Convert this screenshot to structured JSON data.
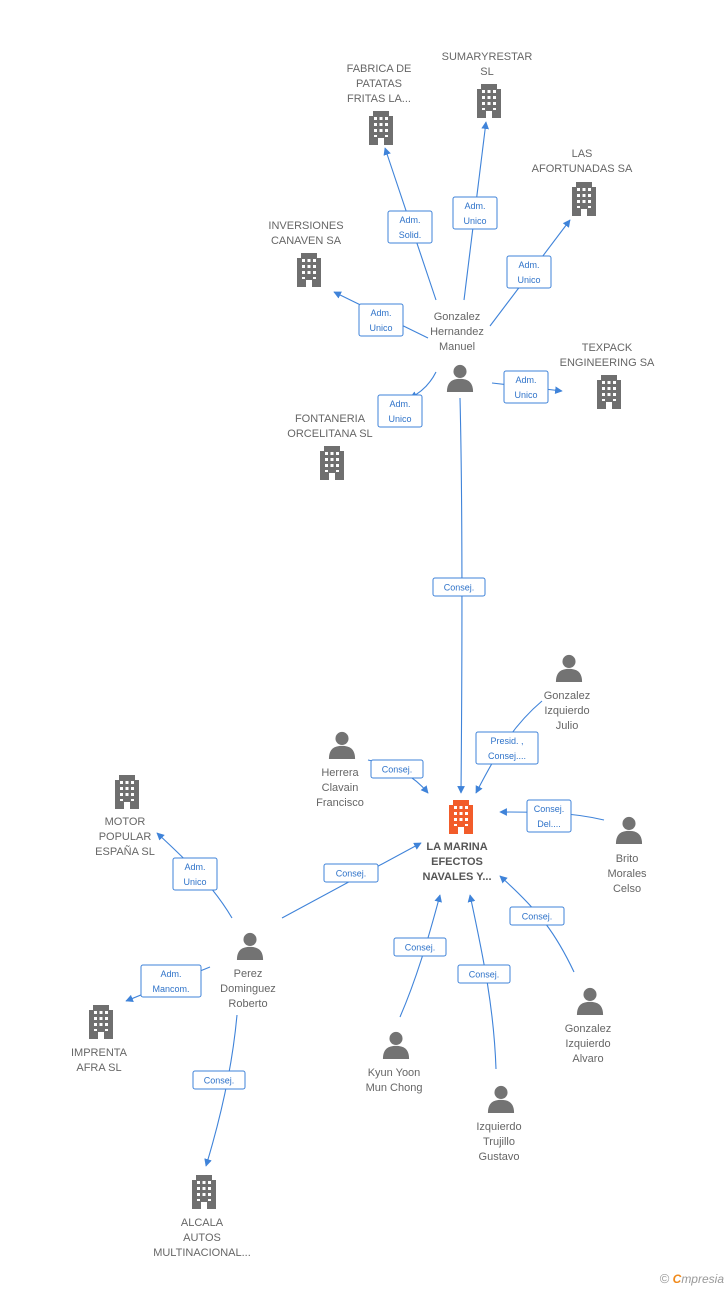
{
  "colors": {
    "edge": "#3f83d9",
    "building": "#6f6f6f",
    "building_main": "#f25c2a",
    "person": "#737373",
    "label": "#666666"
  },
  "nodes": [
    {
      "id": "fabrica",
      "type": "company",
      "label": [
        "FABRICA DE",
        "PATATAS",
        "FRITAS LA..."
      ]
    },
    {
      "id": "sumary",
      "type": "company",
      "label": [
        "SUMARYRESTAR",
        "SL"
      ]
    },
    {
      "id": "afortunadas",
      "type": "company",
      "label": [
        "LAS",
        "AFORTUNADAS SA"
      ]
    },
    {
      "id": "canaven",
      "type": "company",
      "label": [
        "INVERSIONES",
        "CANAVEN SA"
      ]
    },
    {
      "id": "texpack",
      "type": "company",
      "label": [
        "TEXPACK",
        "ENGINEERING SA"
      ]
    },
    {
      "id": "fontaneria",
      "type": "company",
      "label": [
        "FONTANERIA",
        "ORCELITANA SL"
      ]
    },
    {
      "id": "gonzalez_manuel",
      "type": "person",
      "label": [
        "Gonzalez",
        "Hernandez",
        "Manuel"
      ]
    },
    {
      "id": "main",
      "type": "company_main",
      "label": [
        "LA MARINA",
        "EFECTOS",
        "NAVALES Y..."
      ]
    },
    {
      "id": "gonzalez_julio",
      "type": "person",
      "label": [
        "Gonzalez",
        "Izquierdo",
        "Julio"
      ]
    },
    {
      "id": "herrera",
      "type": "person",
      "label": [
        "Herrera",
        "Clavain",
        "Francisco"
      ]
    },
    {
      "id": "brito",
      "type": "person",
      "label": [
        "Brito",
        "Morales",
        "Celso"
      ]
    },
    {
      "id": "motor",
      "type": "company",
      "label": [
        "MOTOR",
        "POPULAR",
        "ESPAÑA SL"
      ]
    },
    {
      "id": "perez",
      "type": "person",
      "label": [
        "Perez",
        "Dominguez",
        "Roberto"
      ]
    },
    {
      "id": "gonzalez_alvaro",
      "type": "person",
      "label": [
        "Gonzalez",
        "Izquierdo",
        "Alvaro"
      ]
    },
    {
      "id": "imprenta",
      "type": "company",
      "label": [
        "IMPRENTA",
        "AFRA SL"
      ]
    },
    {
      "id": "kyun",
      "type": "person",
      "label": [
        "Kyun Yoon",
        "Mun Chong"
      ]
    },
    {
      "id": "izquierdo",
      "type": "person",
      "label": [
        "Izquierdo",
        "Trujillo",
        "Gustavo"
      ]
    },
    {
      "id": "alcala",
      "type": "company",
      "label": [
        "ALCALA",
        "AUTOS",
        "MULTINACIONAL..."
      ]
    }
  ],
  "edges": [
    {
      "from": "gonzalez_manuel",
      "to": "fabrica",
      "role": [
        "Adm.",
        "Solid."
      ]
    },
    {
      "from": "gonzalez_manuel",
      "to": "sumary",
      "role": [
        "Adm.",
        "Unico"
      ]
    },
    {
      "from": "gonzalez_manuel",
      "to": "afortunadas",
      "role": [
        "Adm.",
        "Unico"
      ]
    },
    {
      "from": "gonzalez_manuel",
      "to": "canaven",
      "role": [
        "Adm.",
        "Unico"
      ]
    },
    {
      "from": "gonzalez_manuel",
      "to": "texpack",
      "role": [
        "Adm.",
        "Unico"
      ]
    },
    {
      "from": "gonzalez_manuel",
      "to": "fontaneria",
      "role": [
        "Adm.",
        "Unico"
      ]
    },
    {
      "from": "gonzalez_manuel",
      "to": "main",
      "role": [
        "Consej."
      ]
    },
    {
      "from": "gonzalez_julio",
      "to": "main",
      "role": [
        "Presid. ,",
        "Consej...."
      ]
    },
    {
      "from": "herrera",
      "to": "main",
      "role": [
        "Consej."
      ]
    },
    {
      "from": "brito",
      "to": "main",
      "role": [
        "Consej.",
        "Del...."
      ]
    },
    {
      "from": "perez",
      "to": "main",
      "role": [
        "Consej."
      ]
    },
    {
      "from": "gonzalez_alvaro",
      "to": "main",
      "role": [
        "Consej."
      ]
    },
    {
      "from": "kyun",
      "to": "main",
      "role": [
        "Consej."
      ]
    },
    {
      "from": "izquierdo",
      "to": "main",
      "role": [
        "Consej."
      ]
    },
    {
      "from": "perez",
      "to": "motor",
      "role": [
        "Adm.",
        "Unico"
      ]
    },
    {
      "from": "perez",
      "to": "imprenta",
      "role": [
        "Adm.",
        "Mancom."
      ]
    },
    {
      "from": "perez",
      "to": "alcala",
      "role": [
        "Consej."
      ]
    }
  ],
  "brand": {
    "copyright": "©",
    "first_letter": "C",
    "rest": "mpresia"
  }
}
